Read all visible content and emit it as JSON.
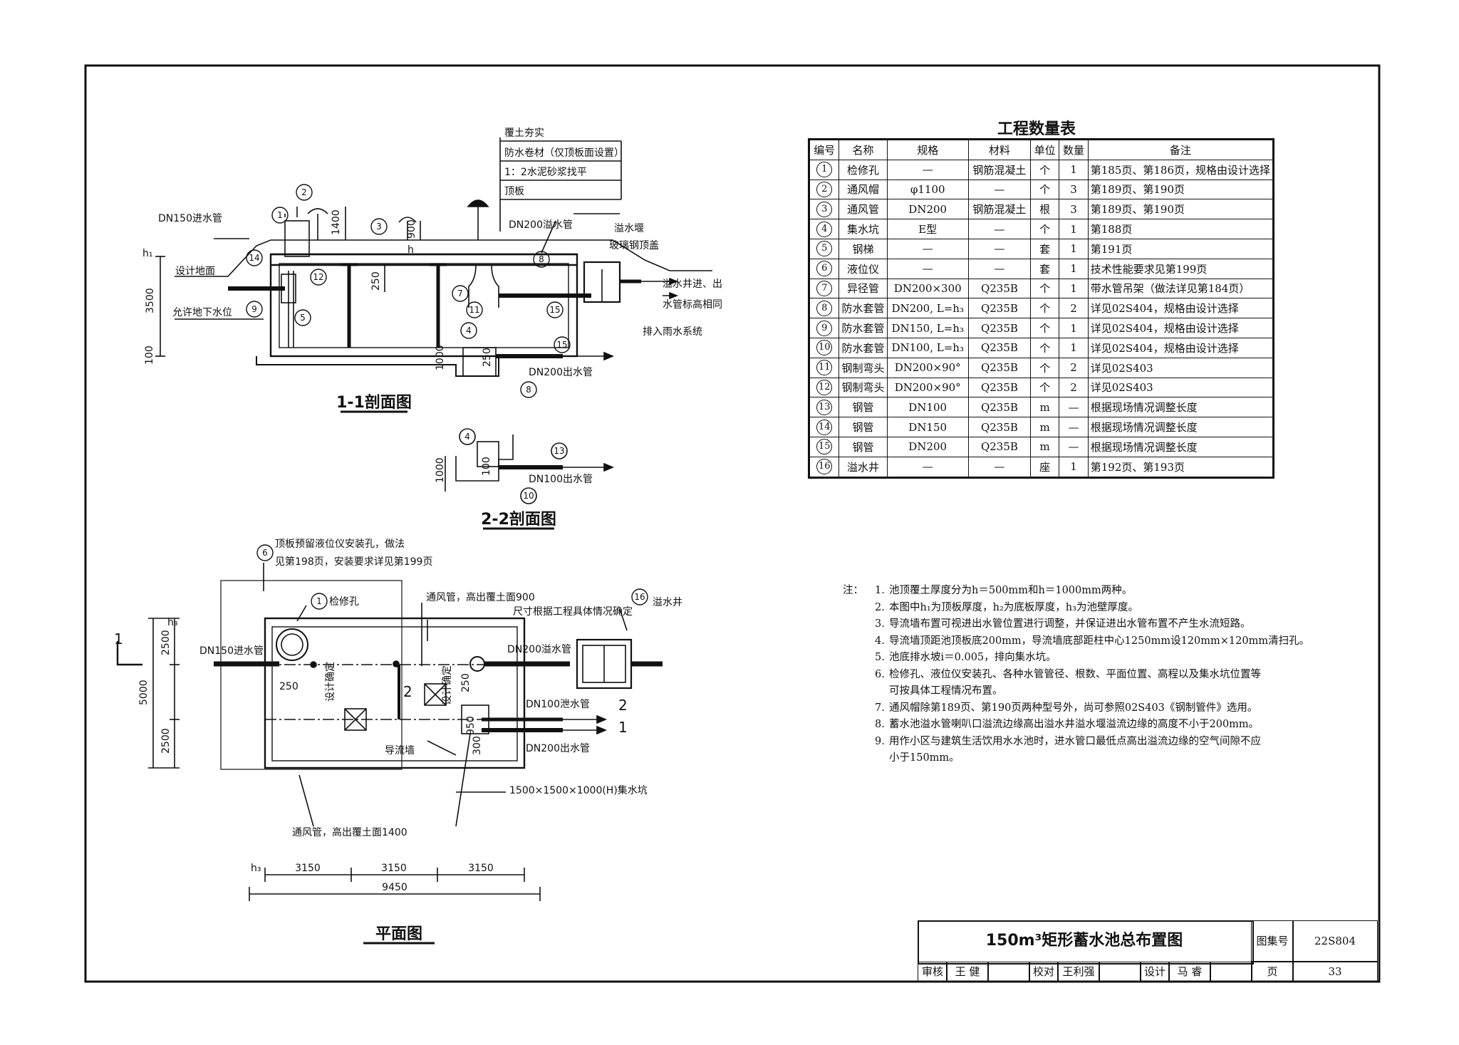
{
  "drawing": {
    "title": "150m³矩形蓄水池总布置图",
    "atlas_label": "图集号",
    "atlas_no": "22S804",
    "page_label": "页",
    "page_no": "33",
    "review_label": "审核",
    "reviewer": "王 健",
    "check_label": "校对",
    "checker": "王利强",
    "design_label": "设计",
    "designer": "马 睿"
  },
  "section11": {
    "title": "1-1剖面图",
    "layers": [
      "覆土夯实",
      "防水卷材（仅顶板面设置）",
      "1：2水泥砂浆找平",
      "顶板"
    ],
    "dn150_in": "DN150进水管",
    "ground": "设计地面",
    "gw": "允许地下水位",
    "dn200_overflow": "DN200溢水管",
    "weir": "溢水堰",
    "fiberglass": "玻璃钢顶盖",
    "overflow_well": "溢水井进、出",
    "overflow_well2": "水管标高相同",
    "drain": "排入雨水系统",
    "dn200_out": "DN200出水管",
    "dims": {
      "d3500": "3500",
      "d100": "100",
      "d1400": "1400",
      "d900": "900",
      "d250": "250",
      "d1000": "1000",
      "d250b": "250",
      "h": "h",
      "h1": "h₁"
    }
  },
  "section22": {
    "title": "2-2剖面图",
    "dn100_out": "DN100出水管",
    "d1000": "1000",
    "d100": "100"
  },
  "plan": {
    "title": "平面图",
    "note6a": "顶板预留液位仪安装孔，做法",
    "note6b": "见第198页，安装要求详见第199页",
    "vent900": "通风管，高出覆土面900",
    "size_note": "尺寸根据工程具体情况确定",
    "manhole": "检修孔",
    "overflow_well": "溢水井",
    "dn150_in": "DN150进水管",
    "dn200_overflow": "DN200溢水管",
    "dn100_drain": "DN100泄水管",
    "dn200_out": "DN200出水管",
    "baffle": "导流墙",
    "sump": "1500×1500×1000(H)集水坑",
    "vent1400": "通风管，高出覆土面1400",
    "design_fix": "设计确定",
    "sec1": "1",
    "sec2": "2",
    "dims": {
      "d2500a": "2500",
      "d2500b": "2500",
      "d5000": "5000",
      "d250a": "250",
      "d250b": "250",
      "d950": "950",
      "d300": "300",
      "d3150a": "3150",
      "d3150b": "3150",
      "d3150c": "3150",
      "d9450": "9450",
      "h3": "h₃"
    }
  },
  "quantity": {
    "title": "工程数量表",
    "headers": [
      "编号",
      "名称",
      "规格",
      "材料",
      "单位",
      "数量",
      "备注"
    ],
    "rows": [
      [
        "1",
        "检修孔",
        "—",
        "钢筋混凝土",
        "个",
        "1",
        "第185页、第186页，规格由设计选择"
      ],
      [
        "2",
        "通风帽",
        "φ1100",
        "—",
        "个",
        "3",
        "第189页、第190页"
      ],
      [
        "3",
        "通风管",
        "DN200",
        "钢筋混凝土",
        "根",
        "3",
        "第189页、第190页"
      ],
      [
        "4",
        "集水坑",
        "E型",
        "—",
        "个",
        "1",
        "第188页"
      ],
      [
        "5",
        "钢梯",
        "—",
        "—",
        "套",
        "1",
        "第191页"
      ],
      [
        "6",
        "液位仪",
        "—",
        "—",
        "套",
        "1",
        "技术性能要求见第199页"
      ],
      [
        "7",
        "异径管",
        "DN200×300",
        "Q235B",
        "个",
        "1",
        "带水管吊架（做法详见第184页）"
      ],
      [
        "8",
        "防水套管",
        "DN200, L=h₃",
        "Q235B",
        "个",
        "2",
        "详见02S404，规格由设计选择"
      ],
      [
        "9",
        "防水套管",
        "DN150, L=h₃",
        "Q235B",
        "个",
        "1",
        "详见02S404，规格由设计选择"
      ],
      [
        "10",
        "防水套管",
        "DN100, L=h₃",
        "Q235B",
        "个",
        "1",
        "详见02S404，规格由设计选择"
      ],
      [
        "11",
        "钢制弯头",
        "DN200×90°",
        "Q235B",
        "个",
        "2",
        "详见02S403"
      ],
      [
        "12",
        "钢制弯头",
        "DN200×90°",
        "Q235B",
        "个",
        "2",
        "详见02S403"
      ],
      [
        "13",
        "钢管",
        "DN100",
        "Q235B",
        "m",
        "—",
        "根据现场情况调整长度"
      ],
      [
        "14",
        "钢管",
        "DN150",
        "Q235B",
        "m",
        "—",
        "根据现场情况调整长度"
      ],
      [
        "15",
        "钢管",
        "DN200",
        "Q235B",
        "m",
        "—",
        "根据现场情况调整长度"
      ],
      [
        "16",
        "溢水井",
        "—",
        "—",
        "座",
        "1",
        "第192页、第193页"
      ]
    ]
  },
  "notes": {
    "lead": "注：",
    "items": [
      "池顶覆土厚度分为h＝500mm和h＝1000mm两种。",
      "本图中h₁为顶板厚度，h₂为底板厚度，h₃为池壁厚度。",
      "导流墙布置可视进出水管位置进行调整，并保证进出水管布置不产生水流短路。",
      "导流墙顶距池顶板底200mm，导流墙底部距柱中心1250mm设120mm×120mm清扫孔。",
      "池底排水坡i＝0.005，排向集水坑。",
      "检修孔、液位仪安装孔、各种水管管径、根数、平面位置、高程以及集水坑位置等",
      "通风帽除第189页、第190页两种型号外，尚可参照02S403《钢制管件》选用。",
      "蓄水池溢水管喇叭口溢流边缘高出溢水井溢水堰溢流边缘的高度不小于200mm。",
      "用作小区与建筑生活饮用水水池时，进水管口最低点高出溢流边缘的空气间隙不应"
    ],
    "cont6": "可按具体工程情况布置。",
    "cont9": "小于150mm。"
  }
}
